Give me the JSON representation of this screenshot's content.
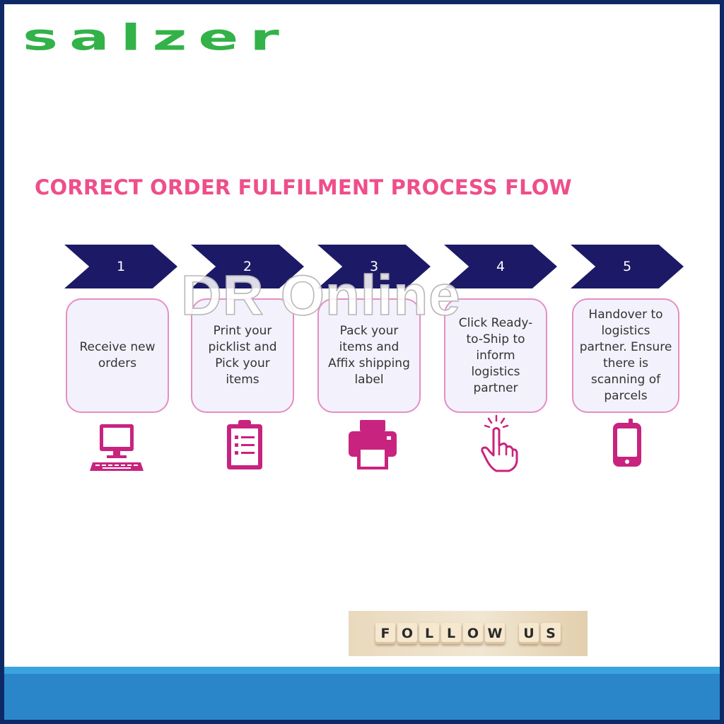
{
  "brand": {
    "logo_text": "salzer",
    "color": "#33b24a"
  },
  "title": "CORRECT ORDER FULFILMENT PROCESS FLOW",
  "watermark": "DR Online",
  "steps": [
    {
      "number": "1",
      "text": "Receive new orders",
      "icon": "computer-icon"
    },
    {
      "number": "2",
      "text": "Print your picklist and Pick your items",
      "icon": "clipboard-checklist-icon"
    },
    {
      "number": "3",
      "text": "Pack your items and Affix shipping label",
      "icon": "printer-icon"
    },
    {
      "number": "4",
      "text": "Click Ready-to-Ship to inform logistics partner",
      "icon": "tap-hand-icon"
    },
    {
      "number": "5",
      "text": "Handover to logistics partner. Ensure there is scanning of parcels",
      "icon": "mobile-phone-icon"
    }
  ],
  "follow": {
    "text": "FOLLOW US",
    "letters": [
      "F",
      "O",
      "L",
      "L",
      "O",
      "W",
      "U",
      "S"
    ]
  },
  "colors": {
    "chevron": "#1c1a66",
    "accent_pink": "#ee4f8b",
    "icon_magenta": "#c8237f",
    "box_border": "#e58ec2",
    "box_fill": "#f3f2fc",
    "frame": "#0d2a66",
    "bottom_bar": "#2b86c9"
  }
}
